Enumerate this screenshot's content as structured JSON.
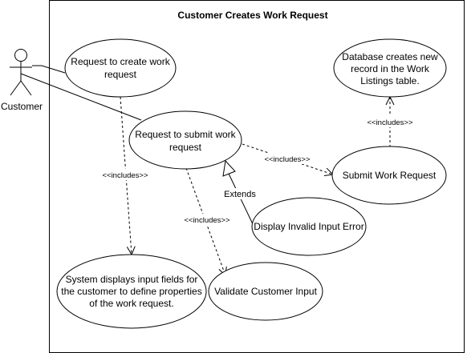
{
  "diagram": {
    "title": "Customer Creates Work Request",
    "actor": {
      "name": "Customer"
    },
    "use_cases": {
      "request_create": [
        "Request to create work",
        "request"
      ],
      "request_submit": [
        "Request to submit work",
        "request"
      ],
      "db_create": [
        "Database creates new",
        "record in the Work",
        "Listings table."
      ],
      "submit_work": [
        "Submit Work Request"
      ],
      "invalid_input": [
        "Display Invalid Input Error"
      ],
      "display_fields": [
        "System displays input fields for",
        "the customer to define properties",
        "of the work request."
      ],
      "validate": [
        "Validate Customer Input"
      ]
    },
    "relations": {
      "includes_fields": "<<includes>>",
      "includes_validate": "<<includes>>",
      "includes_submit": "<<includes>>",
      "includes_db": "<<includes>>",
      "extends": "Extends"
    }
  }
}
